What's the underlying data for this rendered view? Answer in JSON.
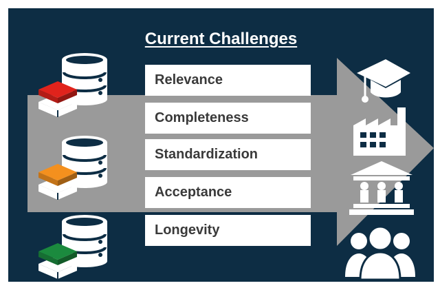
{
  "title": "Current Challenges",
  "challenges": [
    "Relevance",
    "Completeness",
    "Standardization",
    "Acceptance",
    "Longevity"
  ],
  "database_icons": [
    {
      "name": "database-red-icon",
      "accent": "#e0231c"
    },
    {
      "name": "database-orange-icon",
      "accent": "#f4901e"
    },
    {
      "name": "database-green-icon",
      "accent": "#1b8a3e"
    }
  ],
  "stakeholder_icons": [
    "graduation-cap-icon",
    "factory-icon",
    "government-building-icon",
    "people-group-icon"
  ],
  "colors": {
    "background": "#0d2d44",
    "arrow": "#9a9a9a",
    "box": "#ffffff",
    "text": "#3a3a3a"
  }
}
